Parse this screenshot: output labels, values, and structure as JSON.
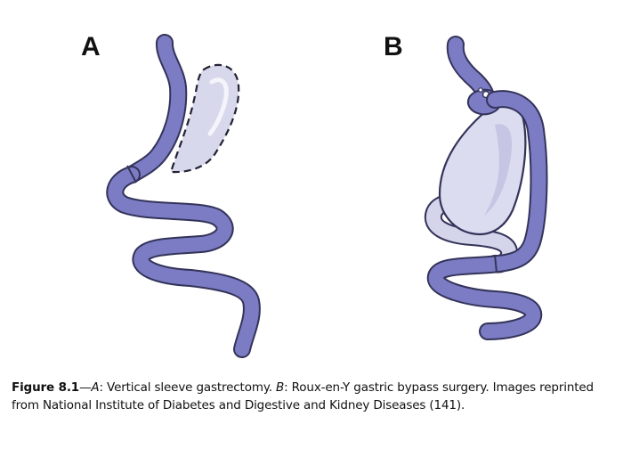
{
  "panels": {
    "a_label": "A",
    "b_label": "B"
  },
  "caption": {
    "figure_number": "Figure 8.1",
    "dash": "—",
    "a_letter": "A",
    "a_text": ": Vertical sleeve gastrectomy. ",
    "b_letter": "B",
    "b_text": ": Roux-en-Y gastric bypass surgery. Images reprinted from National Institute of Diabetes and Digestive and Kidney Diseases (141)."
  },
  "colors": {
    "tube_fill": "#7c7cc4",
    "tube_outline": "#33335a",
    "removed_stomach": "#d8d8ec",
    "stomach_fill": "#dcdcf0",
    "bypassed_limb": "#d4d4ea",
    "text": "#111111"
  }
}
